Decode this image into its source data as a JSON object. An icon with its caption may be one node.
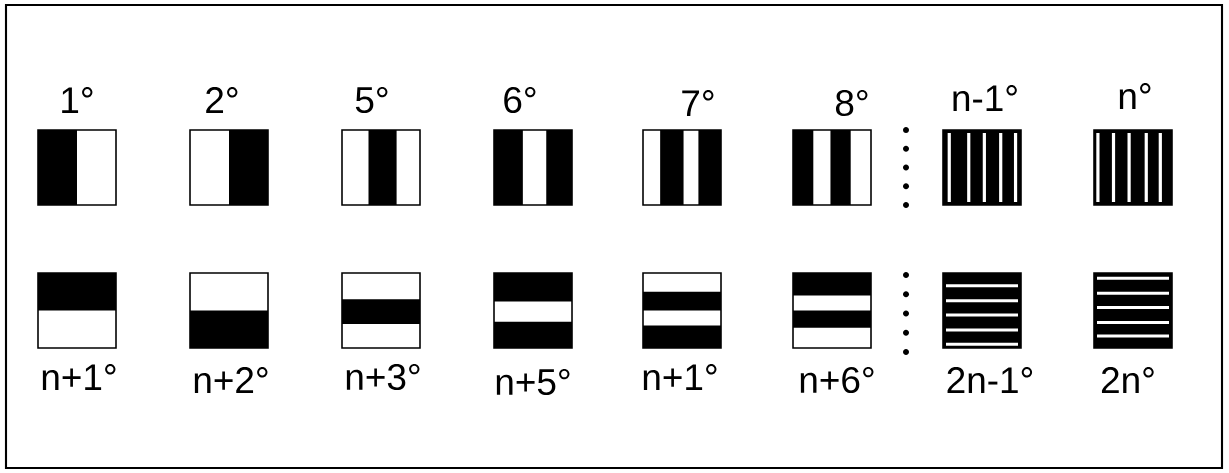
{
  "diagram": {
    "labels": [
      "1°",
      "2°",
      "5°",
      "6°",
      "7°",
      "8°",
      "n-1°",
      "n°",
      "n+1°",
      "n+2°",
      "n+3°",
      "n+5°",
      "n+1°",
      "n+6°",
      "2n-1°",
      "2n°"
    ]
  }
}
